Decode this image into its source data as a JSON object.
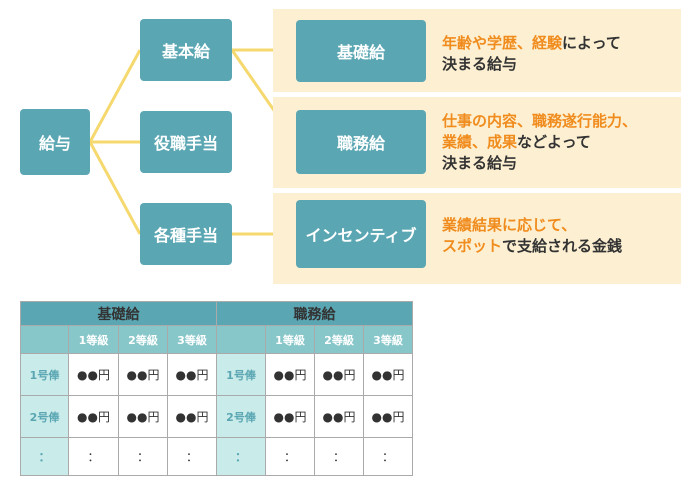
{
  "diagram": {
    "root": "給与",
    "level1": [
      "基本給",
      "役職手当",
      "各種手当"
    ],
    "level2": [
      "基礎給",
      "職務給",
      "インセンティブ"
    ],
    "descriptions": [
      [
        [
          {
            "t": "年齢や学歴、経験",
            "hl": true
          },
          {
            "t": "によって",
            "hl": false
          }
        ],
        [
          {
            "t": "決まる給与",
            "hl": false
          }
        ]
      ],
      [
        [
          {
            "t": "仕事の内容、職務遂行能力、",
            "hl": true
          }
        ],
        [
          {
            "t": "業績、成果",
            "hl": true
          },
          {
            "t": "などよって",
            "hl": false
          }
        ],
        [
          {
            "t": "決まる給与",
            "hl": false
          }
        ]
      ],
      [
        [
          {
            "t": "業績結果に応じて、",
            "hl": true
          }
        ],
        [
          {
            "t": "スポット",
            "hl": true
          },
          {
            "t": "で支給される金銭",
            "hl": false
          }
        ]
      ]
    ],
    "colors": {
      "box": "#5aa6b3",
      "band": "#fdf0d2",
      "line": "#f5d86e",
      "highlight": "#f08c1e"
    }
  },
  "table": {
    "groups": [
      "基礎給",
      "職務給"
    ],
    "grade_headers": [
      "1等級",
      "2等級",
      "3等級"
    ],
    "rows": [
      {
        "label": "1号俸",
        "cells": [
          "●●円",
          "●●円",
          "●●円"
        ]
      },
      {
        "label": "2号俸",
        "cells": [
          "●●円",
          "●●円",
          "●●円"
        ]
      }
    ],
    "ellipsis": "："
  }
}
